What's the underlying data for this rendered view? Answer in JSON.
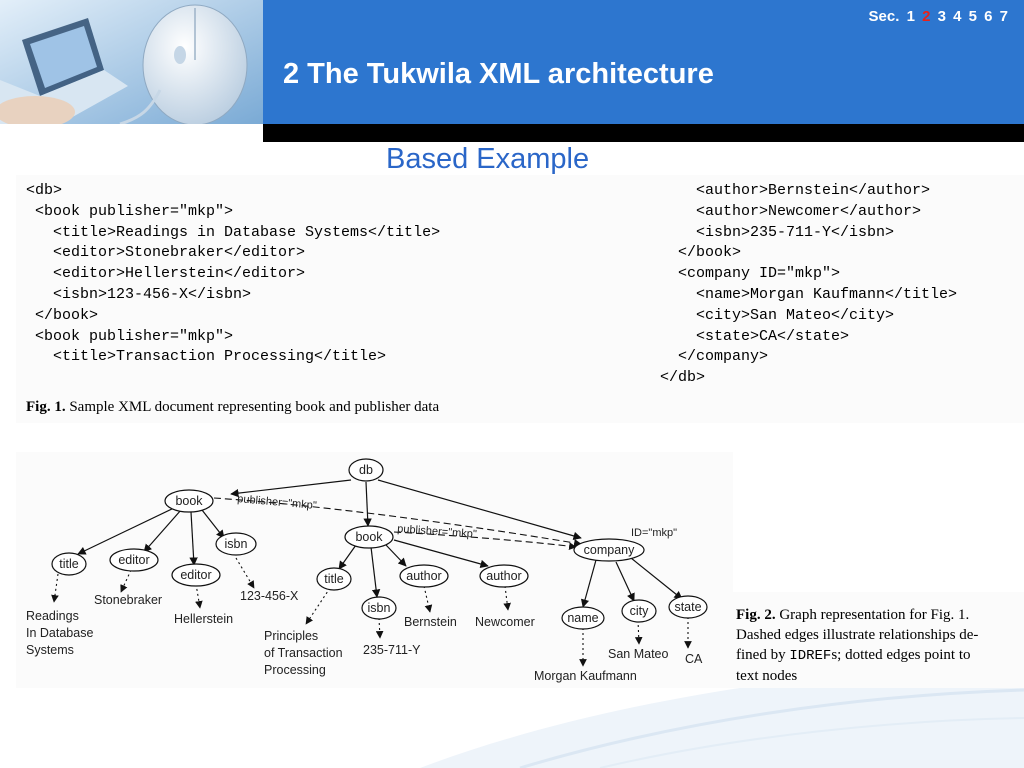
{
  "header": {
    "section_prefix": "Sec.",
    "sections": [
      "1",
      "2",
      "3",
      "4",
      "5",
      "6",
      "7"
    ],
    "active_section": "2",
    "title": "2 The Tukwila XML architecture",
    "subtitle": "Based Example"
  },
  "colors": {
    "header_blue": "#2d76cf",
    "subtitle_blue": "#2a66c8",
    "active_section_red": "#e8221a"
  },
  "figure1": {
    "code_left": [
      "<db>",
      " <book publisher=\"mkp\">",
      "   <title>Readings in Database Systems</title>",
      "   <editor>Stonebraker</editor>",
      "   <editor>Hellerstein</editor>",
      "   <isbn>123-456-X</isbn>",
      " </book>",
      " <book publisher=\"mkp\">",
      "   <title>Transaction Processing</title>"
    ],
    "code_right": [
      "    <author>Bernstein</author>",
      "    <author>Newcomer</author>",
      "    <isbn>235-711-Y</isbn>",
      "  </book>",
      "  <company ID=\"mkp\">",
      "    <name>Morgan Kaufmann</title>",
      "    <city>San Mateo</city>",
      "    <state>CA</state>",
      "  </company>",
      "</db>"
    ],
    "caption_label": "Fig. 1.",
    "caption_text": "Sample XML document representing book and publisher data"
  },
  "figure2": {
    "nodes": {
      "db": "db",
      "book1": "book",
      "book2": "book",
      "company": "company",
      "title1": "title",
      "editor1": "editor",
      "editor2": "editor",
      "isbn1": "isbn",
      "title2": "title",
      "isbn2": "isbn",
      "author1": "author",
      "author2": "author",
      "name": "name",
      "city": "city",
      "state": "state"
    },
    "edge_labels": {
      "publisher1": "publisher=\"mkp\"",
      "publisher2": "publisher=\"mkp\"",
      "company_id": "ID=\"mkp\""
    },
    "text_values": {
      "readings": [
        "Readings",
        "In Database",
        "Systems"
      ],
      "stonebraker": "Stonebraker",
      "hellerstein": "Hellerstein",
      "isbn1": "123-456-X",
      "principles": [
        "Principles",
        "of Transaction",
        "Processing"
      ],
      "isbn2": "235-711-Y",
      "bernstein": "Bernstein",
      "newcomer": "Newcomer",
      "morgan": "Morgan Kaufmann",
      "san_mateo": "San Mateo",
      "ca": "CA"
    },
    "caption_label": "Fig. 2.",
    "caption_line1": "Graph representation for Fig. 1.",
    "caption_line2": "Dashed edges illustrate relationships de-",
    "caption_line3_pre": "fined by ",
    "caption_line3_mono": "IDREF",
    "caption_line3_post": "s; dotted edges point to",
    "caption_line4": "text nodes"
  }
}
